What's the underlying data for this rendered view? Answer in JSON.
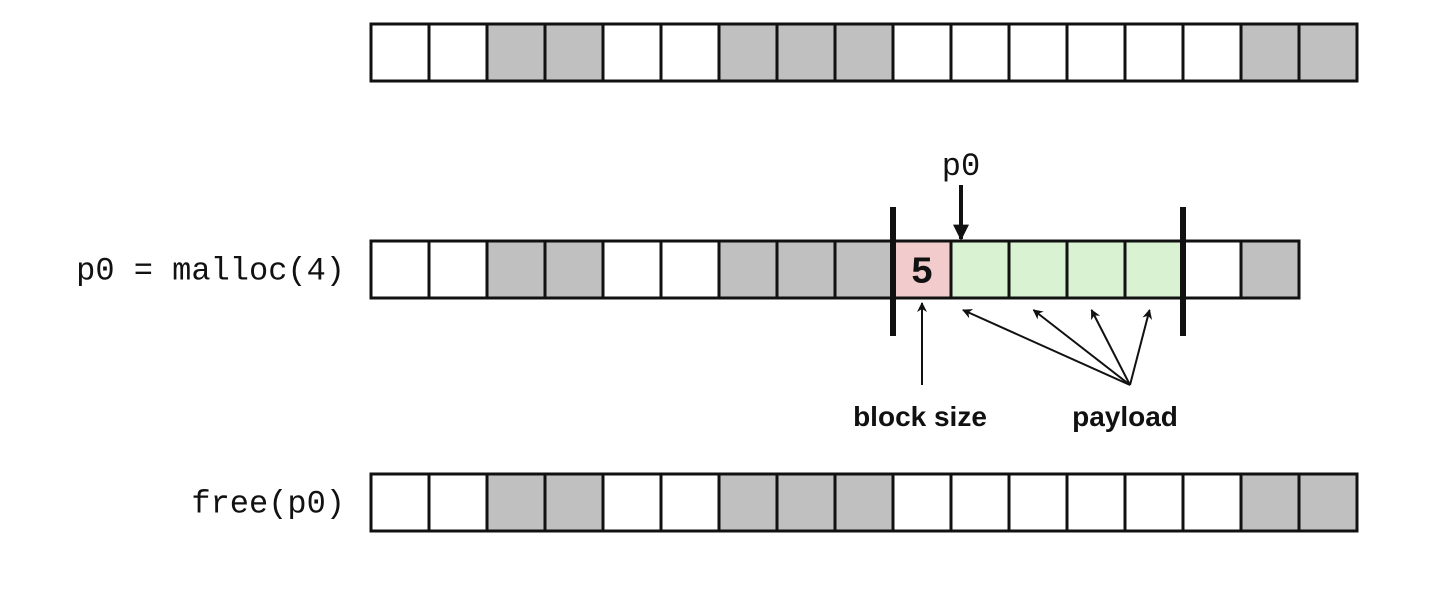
{
  "colors": {
    "allocated": "#c0c0c0",
    "free": "#ffffff",
    "header": "#f2cccc",
    "payload": "#d8f2d2",
    "stroke": "#111111"
  },
  "rows": [
    {
      "label": "",
      "cells": [
        "free",
        "free",
        "allocated",
        "allocated",
        "free",
        "free",
        "allocated",
        "allocated",
        "allocated",
        "free",
        "free",
        "free",
        "free",
        "free",
        "free",
        "allocated",
        "allocated"
      ]
    },
    {
      "label": "p0 = malloc(4)",
      "cells": [
        "free",
        "free",
        "allocated",
        "allocated",
        "free",
        "free",
        "allocated",
        "allocated",
        "allocated",
        "header",
        "payload",
        "payload",
        "payload",
        "payload",
        "free",
        "allocated"
      ]
    },
    {
      "label": "free(p0)",
      "cells": [
        "free",
        "free",
        "allocated",
        "allocated",
        "free",
        "free",
        "allocated",
        "allocated",
        "allocated",
        "free",
        "free",
        "free",
        "free",
        "free",
        "free",
        "allocated",
        "allocated"
      ]
    }
  ],
  "header_value": "5",
  "pointer": {
    "label": "p0",
    "target_cell": 10
  },
  "bracket_cells": [
    9,
    14
  ],
  "annotations": {
    "block_size": {
      "text": "block size",
      "target_cells": [
        9
      ]
    },
    "payload": {
      "text": "payload",
      "target_cells": [
        10,
        11,
        12,
        13
      ]
    }
  }
}
